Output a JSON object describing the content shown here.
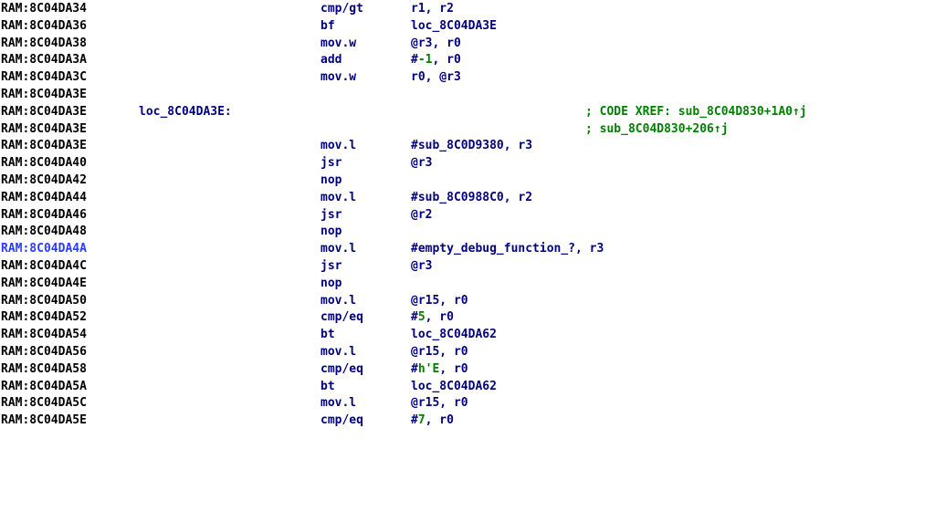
{
  "colors": {
    "address": "#000000",
    "current_address": "#2b3cff",
    "instruction": "#000080",
    "immediate": "#008000",
    "comment": "#008000",
    "background": "#ffffff"
  },
  "lines": [
    {
      "addr": "RAM:8C04DA34",
      "label": "",
      "mnem": "cmp/gt",
      "ops": [
        "r1, r2"
      ],
      "comment": "",
      "current": false
    },
    {
      "addr": "RAM:8C04DA36",
      "label": "",
      "mnem": "bf",
      "ops": [
        "loc_8C04DA3E"
      ],
      "comment": "",
      "current": false
    },
    {
      "addr": "RAM:8C04DA38",
      "label": "",
      "mnem": "mov.w",
      "ops": [
        "@r3, r0"
      ],
      "comment": "",
      "current": false
    },
    {
      "addr": "RAM:8C04DA3A",
      "label": "",
      "mnem": "add",
      "ops": [
        "#",
        {
          "imm": "-1"
        },
        ", r0"
      ],
      "comment": "",
      "current": false
    },
    {
      "addr": "RAM:8C04DA3C",
      "label": "",
      "mnem": "mov.w",
      "ops": [
        "r0, @r3"
      ],
      "comment": "",
      "current": false
    },
    {
      "addr": "RAM:8C04DA3E",
      "label": "",
      "mnem": "",
      "ops": [],
      "comment": "",
      "current": false
    },
    {
      "addr": "RAM:8C04DA3E",
      "label": "loc_8C04DA3E:",
      "mnem": "",
      "ops": [],
      "comment": "; CODE XREF: sub_8C04D830+1A0↑j",
      "current": false
    },
    {
      "addr": "RAM:8C04DA3E",
      "label": "",
      "mnem": "",
      "ops": [],
      "comment": "; sub_8C04D830+206↑j",
      "current": false
    },
    {
      "addr": "RAM:8C04DA3E",
      "label": "",
      "mnem": "mov.l",
      "ops": [
        "#sub_8C0D9380, r3"
      ],
      "comment": "",
      "current": false
    },
    {
      "addr": "RAM:8C04DA40",
      "label": "",
      "mnem": "jsr",
      "ops": [
        "@r3"
      ],
      "comment": "",
      "current": false
    },
    {
      "addr": "RAM:8C04DA42",
      "label": "",
      "mnem": "nop",
      "ops": [],
      "comment": "",
      "current": false
    },
    {
      "addr": "RAM:8C04DA44",
      "label": "",
      "mnem": "mov.l",
      "ops": [
        "#sub_8C0988C0, r2"
      ],
      "comment": "",
      "current": false
    },
    {
      "addr": "RAM:8C04DA46",
      "label": "",
      "mnem": "jsr",
      "ops": [
        "@r2"
      ],
      "comment": "",
      "current": false
    },
    {
      "addr": "RAM:8C04DA48",
      "label": "",
      "mnem": "nop",
      "ops": [],
      "comment": "",
      "current": false
    },
    {
      "addr": "RAM:8C04DA4A",
      "label": "",
      "mnem": "mov.l",
      "ops": [
        "#empty_debug_function_?, r3"
      ],
      "comment": "",
      "current": true
    },
    {
      "addr": "RAM:8C04DA4C",
      "label": "",
      "mnem": "jsr",
      "ops": [
        "@r3"
      ],
      "comment": "",
      "current": false
    },
    {
      "addr": "RAM:8C04DA4E",
      "label": "",
      "mnem": "nop",
      "ops": [],
      "comment": "",
      "current": false
    },
    {
      "addr": "RAM:8C04DA50",
      "label": "",
      "mnem": "mov.l",
      "ops": [
        "@r15, r0"
      ],
      "comment": "",
      "current": false
    },
    {
      "addr": "RAM:8C04DA52",
      "label": "",
      "mnem": "cmp/eq",
      "ops": [
        "#",
        {
          "imm": "5"
        },
        ", r0"
      ],
      "comment": "",
      "current": false
    },
    {
      "addr": "RAM:8C04DA54",
      "label": "",
      "mnem": "bt",
      "ops": [
        "loc_8C04DA62"
      ],
      "comment": "",
      "current": false
    },
    {
      "addr": "RAM:8C04DA56",
      "label": "",
      "mnem": "mov.l",
      "ops": [
        "@r15, r0"
      ],
      "comment": "",
      "current": false
    },
    {
      "addr": "RAM:8C04DA58",
      "label": "",
      "mnem": "cmp/eq",
      "ops": [
        "#",
        {
          "imm": "h'E"
        },
        ", r0"
      ],
      "comment": "",
      "current": false
    },
    {
      "addr": "RAM:8C04DA5A",
      "label": "",
      "mnem": "bt",
      "ops": [
        "loc_8C04DA62"
      ],
      "comment": "",
      "current": false
    },
    {
      "addr": "RAM:8C04DA5C",
      "label": "",
      "mnem": "mov.l",
      "ops": [
        "@r15, r0"
      ],
      "comment": "",
      "current": false
    },
    {
      "addr": "RAM:8C04DA5E",
      "label": "",
      "mnem": "cmp/eq",
      "ops": [
        "#",
        {
          "imm": "7"
        },
        ", r0"
      ],
      "comment": "",
      "current": false
    }
  ]
}
